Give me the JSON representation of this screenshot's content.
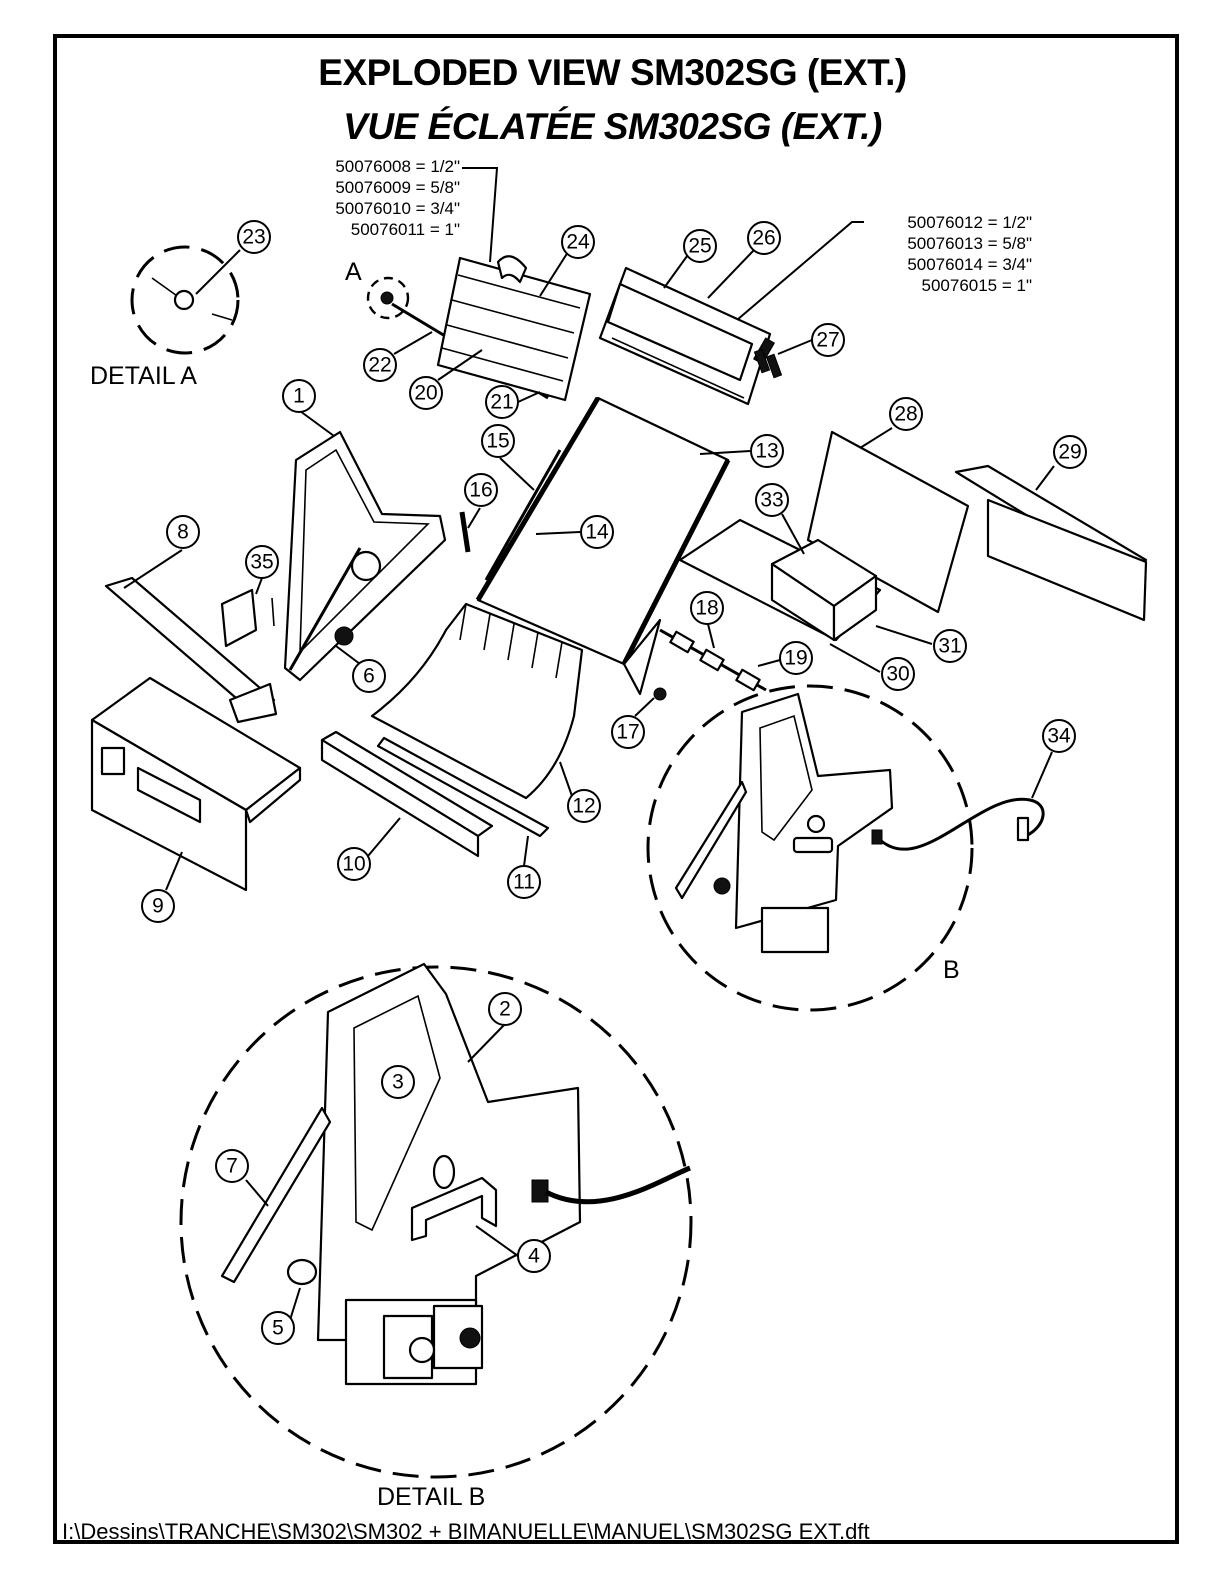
{
  "title": {
    "english": "EXPLODED VIEW SM302SG (EXT.)",
    "french": "VUE ÉCLATÉE SM302SG (EXT.)"
  },
  "notes": {
    "left": [
      "50076008 = 1/2\"",
      "50076009 = 5/8\"",
      "50076010 = 3/4\"",
      "50076011 = 1\""
    ],
    "right": [
      "50076012 = 1/2\"",
      "50076013 = 5/8\"",
      "50076014 = 3/4\"",
      "50076015 = 1\""
    ]
  },
  "details": {
    "a_label": "DETAIL A",
    "b_label": "DETAIL B",
    "a_mark": "A",
    "b_mark": "B"
  },
  "callouts": [
    "1",
    "2",
    "3",
    "4",
    "5",
    "6",
    "7",
    "8",
    "9",
    "10",
    "11",
    "12",
    "13",
    "14",
    "15",
    "16",
    "17",
    "18",
    "19",
    "20",
    "21",
    "22",
    "23",
    "24",
    "25",
    "26",
    "27",
    "28",
    "29",
    "30",
    "31",
    "33",
    "34",
    "35"
  ],
  "file_path": "I:\\Dessins\\TRANCHE\\SM302\\SM302 + BIMANUELLE\\MANUEL\\SM302SG EXT.dft"
}
